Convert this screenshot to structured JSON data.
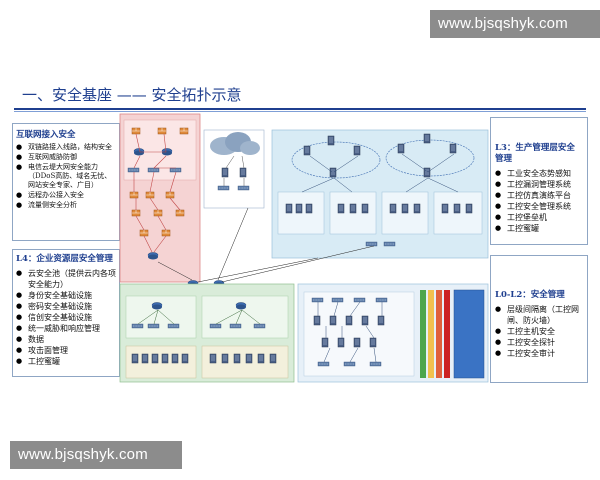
{
  "watermarks": {
    "top": "www.bjsqshyk.com",
    "bottom": "www.bjsqshyk.com"
  },
  "title": "一、安全基座 —— 安全拓扑示意",
  "panels": {
    "internet": {
      "heading": "互联网接入安全",
      "items": [
        "双链路接入线路，结构安全",
        "互联网威胁防御",
        "电信云堤大网安全能力（DDoS高防、域名无忧、网站安全专家、广目）",
        "远程办公接入安全",
        "流量侧安全分析"
      ]
    },
    "l4": {
      "heading": "L4：企业资源层安全管理",
      "items": [
        "云安全池（提供云内各项安全能力）",
        "身份安全基础设施",
        "密码安全基础设施",
        "信创安全基础设施",
        "统一威胁和响应管理",
        "数据",
        "攻击面管理",
        "工控蜜罐"
      ]
    },
    "l3": {
      "heading": "L3：生产管理层安全管理",
      "items": [
        "工业安全态势感知",
        "工控漏洞管理系统",
        "工控仿真演练平台",
        "工控安全管理系统",
        "工控堡垒机",
        "工控蜜罐"
      ]
    },
    "l0": {
      "heading": "L0-L2：安全管理",
      "items": [
        "层级间隔离（工控网闸、防火墙）",
        "工控主机安全",
        "工控安全探针",
        "工控安全审计"
      ]
    }
  },
  "colors": {
    "title": "#1f3f8f",
    "internet_zone": "#f5d3d3",
    "production_zone": "#d8ebf5",
    "enterprise_zone": "#d9ecd9",
    "cloud_zone": "#f3f0dc",
    "watermark_bg": "#8c8c8c"
  },
  "icons": [
    "server-icon",
    "router-icon",
    "firewall-icon",
    "cloud-icon",
    "switch-icon"
  ]
}
